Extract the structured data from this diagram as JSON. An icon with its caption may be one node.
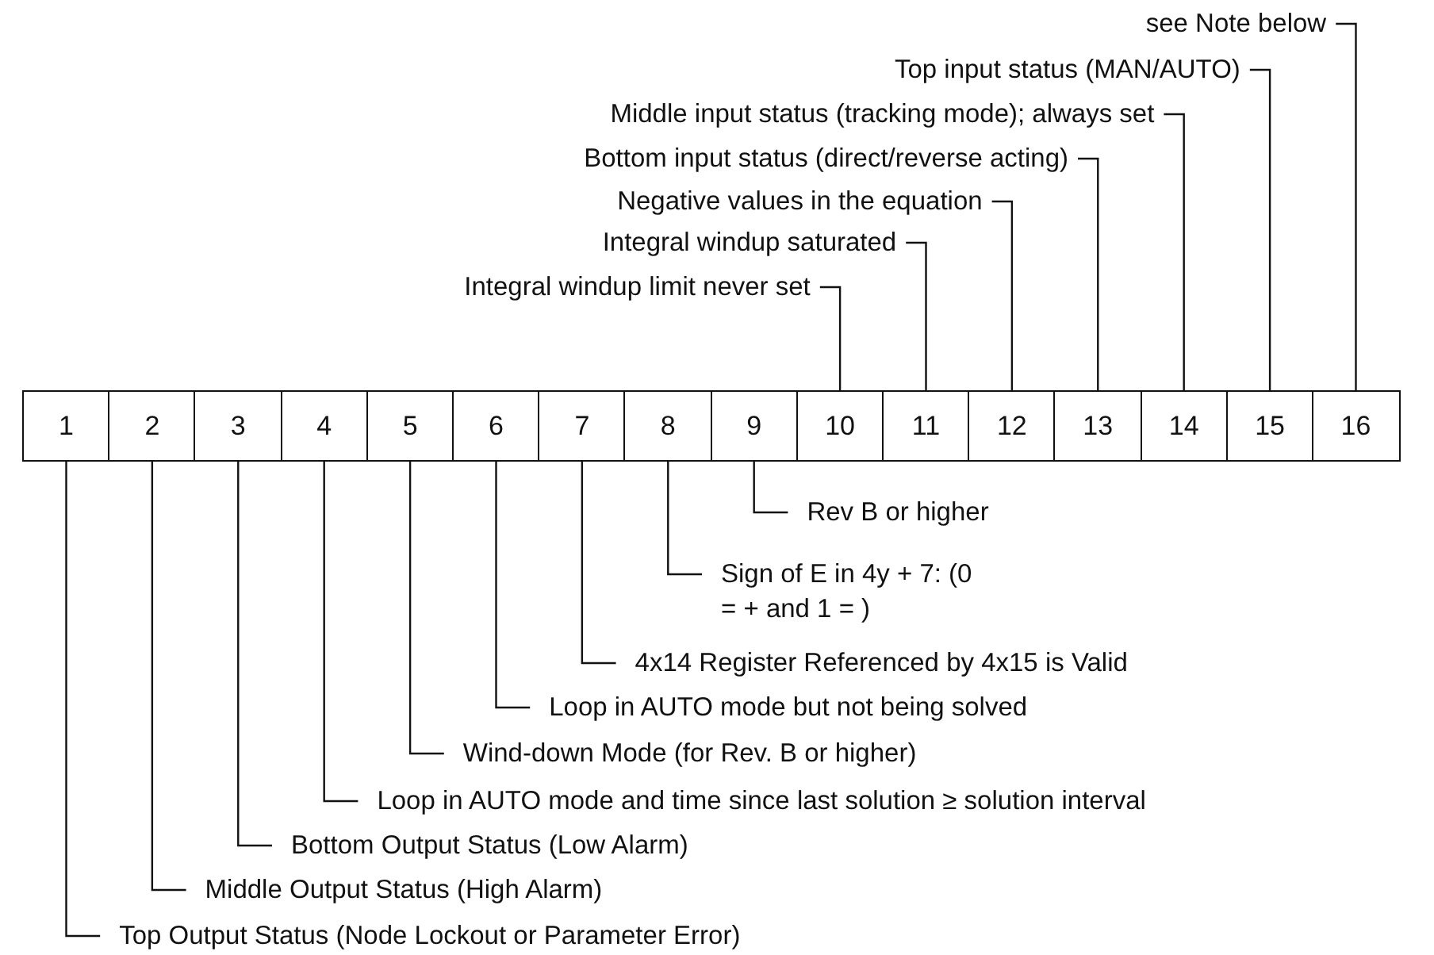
{
  "diagram": {
    "nodes": [
      {
        "text": [
          "see Note below"
        ]
      },
      {
        "text": [
          "Top input status (MAN/AUTO)"
        ]
      },
      {
        "text": [
          "Middle input status (tracking mode); always set"
        ]
      },
      {
        "text": [
          "Bottom input status (direct/reverse acting)"
        ]
      },
      {
        "text": [
          "Negative values in the equation"
        ]
      },
      {
        "text": [
          "Integral windup saturated"
        ]
      },
      {
        "text": [
          "Integral windup limit never set"
        ]
      },
      {
        "text": [
          "1"
        ]
      },
      {
        "text": [
          "2"
        ]
      },
      {
        "text": [
          "3"
        ]
      },
      {
        "text": [
          "4"
        ]
      },
      {
        "text": [
          "5"
        ]
      },
      {
        "text": [
          "6"
        ]
      },
      {
        "text": [
          "7"
        ]
      },
      {
        "text": [
          "8"
        ]
      },
      {
        "text": [
          "9"
        ]
      },
      {
        "text": [
          "10"
        ]
      },
      {
        "text": [
          "11"
        ]
      },
      {
        "text": [
          "12"
        ]
      },
      {
        "text": [
          "13"
        ]
      },
      {
        "text": [
          "14"
        ]
      },
      {
        "text": [
          "15"
        ]
      },
      {
        "text": [
          "16"
        ]
      },
      {
        "text": [
          "Rev B or higher"
        ]
      },
      {
        "text": [
          "Sign of E in 4y + 7: (0 = + and 1 = )"
        ]
      },
      {
        "text": [
          "4x14 Register Referenced by 4x15 is Valid"
        ]
      },
      {
        "text": [
          "Loop in AUTO mode but not being solved"
        ]
      },
      {
        "text": [
          "Wind-down Mode (for Rev. B or higher)"
        ]
      },
      {
        "text": [
          "Loop in AUTO mode and time since last solution ≥ solution interval"
        ]
      },
      {
        "text": [
          "Bottom Output Status (Low Alarm)"
        ]
      },
      {
        "text": [
          "Middle Output Status (High Alarm)"
        ]
      },
      {
        "text": [
          "Top Output Status (Node Lockout or Parameter Error)"
        ]
      }
    ],
    "edges": [
      {
        "from": 0,
        "to": 22,
        "arrow": "none"
      },
      {
        "from": 1,
        "to": 21,
        "arrow": "none"
      },
      {
        "from": 2,
        "to": 20,
        "arrow": "none"
      },
      {
        "from": 3,
        "to": 19,
        "arrow": "none"
      },
      {
        "from": 4,
        "to": 18,
        "arrow": "none"
      },
      {
        "from": 5,
        "to": 17,
        "arrow": "none"
      },
      {
        "from": 6,
        "to": 16,
        "arrow": "none"
      },
      {
        "from": 23,
        "to": 15,
        "arrow": "none"
      },
      {
        "from": 24,
        "to": 14,
        "arrow": "none"
      },
      {
        "from": 25,
        "to": 13,
        "arrow": "none"
      },
      {
        "from": 26,
        "to": 12,
        "arrow": "none"
      },
      {
        "from": 27,
        "to": 11,
        "arrow": "none"
      },
      {
        "from": 28,
        "to": 10,
        "arrow": "none"
      },
      {
        "from": 29,
        "to": 9,
        "arrow": "none"
      },
      {
        "from": 30,
        "to": 8,
        "arrow": "none"
      },
      {
        "from": 31,
        "to": 7,
        "arrow": "none"
      }
    ]
  }
}
